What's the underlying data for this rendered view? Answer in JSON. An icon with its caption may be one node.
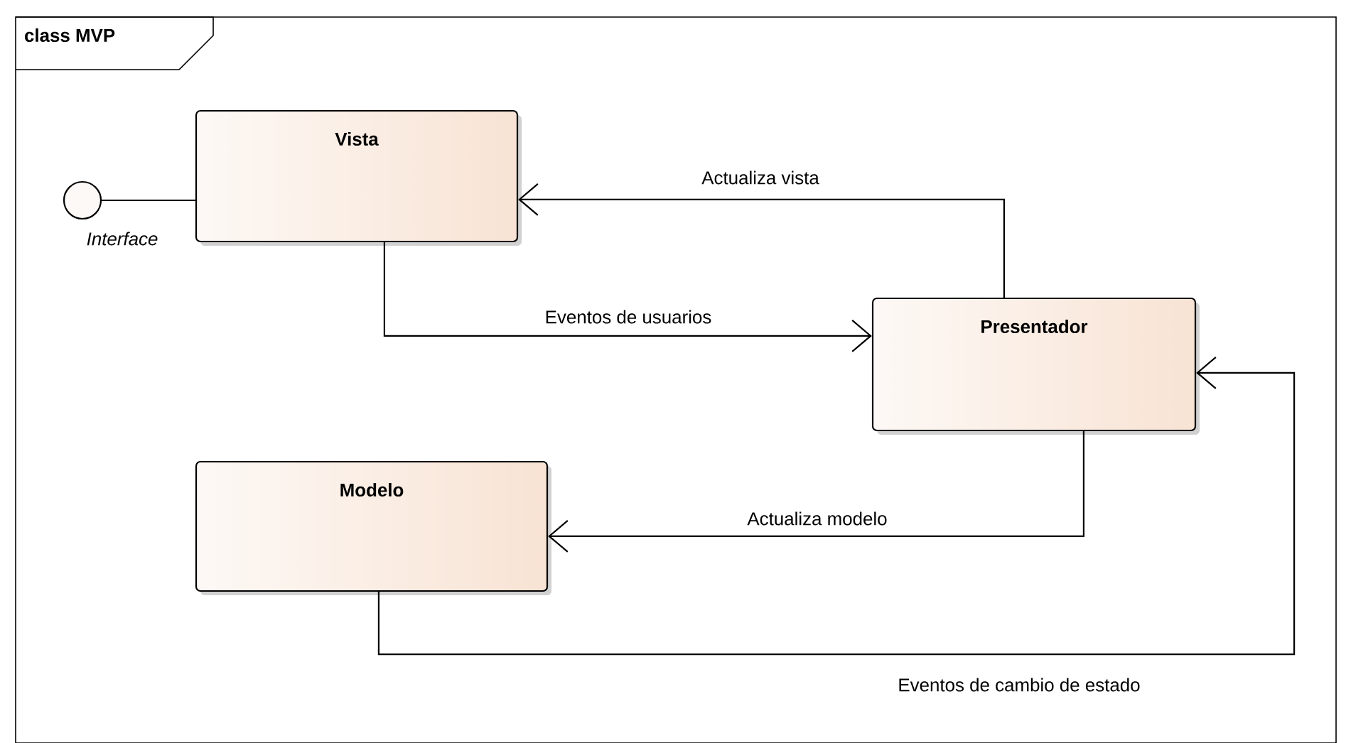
{
  "diagram": {
    "nodes": [
      {
        "text": [
          "class MVP"
        ]
      },
      {
        "text": [],
        "shape": "circle",
        "beside": [
          "Interface"
        ],
        "in": 0
      },
      {
        "text": [
          "Vista"
        ],
        "in": 0
      },
      {
        "text": [
          "Presentador"
        ],
        "in": 0
      },
      {
        "text": [
          "Modelo"
        ],
        "in": 0
      }
    ],
    "edges": [
      {
        "from": 1,
        "to": 2,
        "arrow": "none"
      },
      {
        "from": 3,
        "to": 2,
        "arrow": "to",
        "label": "Actualiza vista"
      },
      {
        "from": 2,
        "to": 3,
        "arrow": "to",
        "label": "Eventos de usuarios"
      },
      {
        "from": 3,
        "to": 4,
        "arrow": "to",
        "label": "Actualiza modelo"
      },
      {
        "from": 4,
        "to": 3,
        "arrow": "to",
        "label": "Eventos de cambio de estado"
      }
    ]
  }
}
